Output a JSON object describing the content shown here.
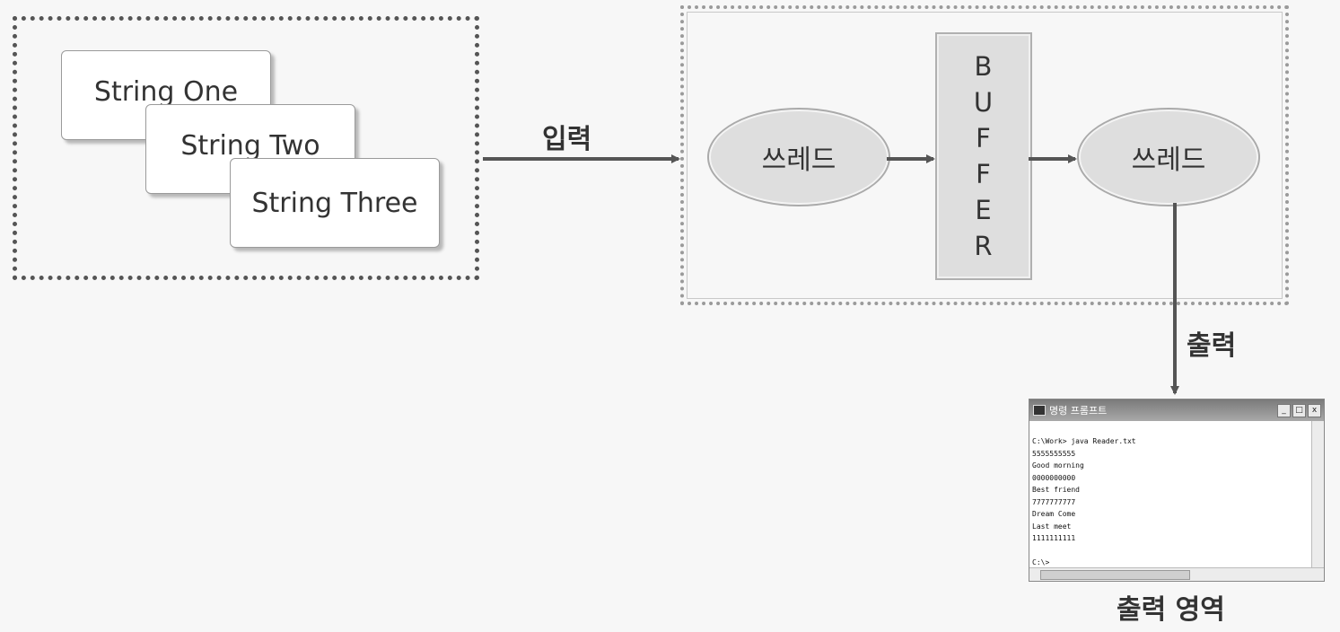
{
  "source": {
    "cards": [
      "String One",
      "String Two",
      "String Three"
    ]
  },
  "flow": {
    "input_label": "입력",
    "output_label": "출력"
  },
  "process": {
    "thread_left": "쓰레드",
    "buffer_letters": [
      "B",
      "U",
      "F",
      "F",
      "E",
      "R"
    ],
    "thread_right": "쓰레드"
  },
  "console": {
    "title": "명령 프롬프트",
    "minimize": "_",
    "maximize": "□",
    "close": "x",
    "lines": [
      "C:\\Work> java Reader.txt",
      "5555555555",
      "Good morning",
      "0000000000",
      "Best friend",
      "7777777777",
      "Dream Come",
      "Last meet",
      "1111111111",
      "",
      "C:\\>"
    ]
  },
  "output_area_label": "출력 영역",
  "colors": {
    "arrow": "#555555",
    "oval": "#dedede",
    "buffer": "#dedede"
  }
}
